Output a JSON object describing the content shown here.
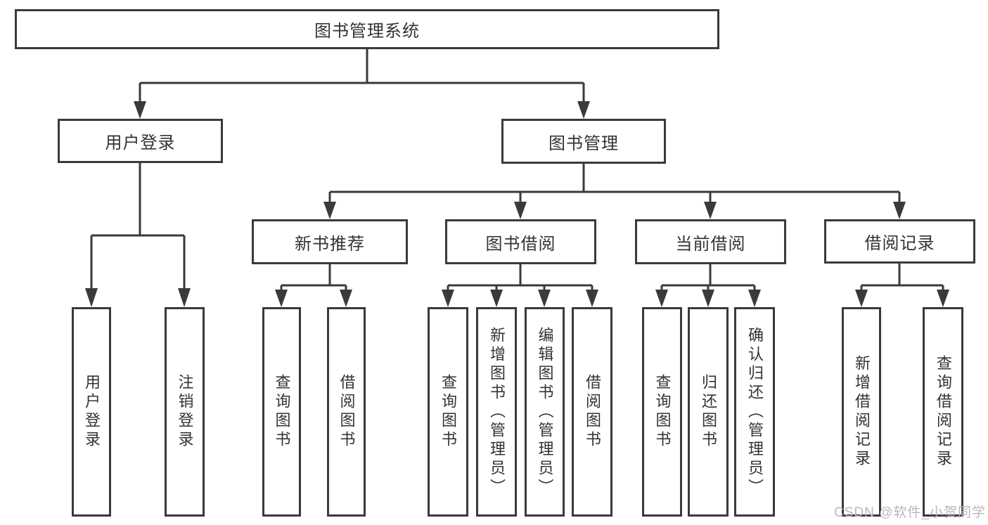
{
  "diagram": {
    "root": "图书管理系统",
    "level1": {
      "user_login": "用户登录",
      "book_management": "图书管理"
    },
    "level2": {
      "new_book_recommend": "新书推荐",
      "book_borrow": "图书借阅",
      "current_borrow": "当前借阅",
      "borrow_record": "借阅记录"
    },
    "leaves": {
      "user_login": [
        "用户登录",
        "注销登录"
      ],
      "new_book_recommend": [
        "查询图书",
        "借阅图书"
      ],
      "book_borrow": [
        "查询图书",
        "新增图书（管理员）",
        "编辑图书（管理员）",
        "借阅图书"
      ],
      "current_borrow": [
        "查询图书",
        "归还图书",
        "确认归还（管理员）"
      ],
      "borrow_record": [
        "新增借阅记录",
        "查询借阅记录"
      ]
    }
  },
  "watermark": "CSDN @软件_小贺同学",
  "colors": {
    "line": "#3a3a3a",
    "text": "#333333",
    "watermark": "#b8b8b8",
    "background": "#ffffff"
  }
}
